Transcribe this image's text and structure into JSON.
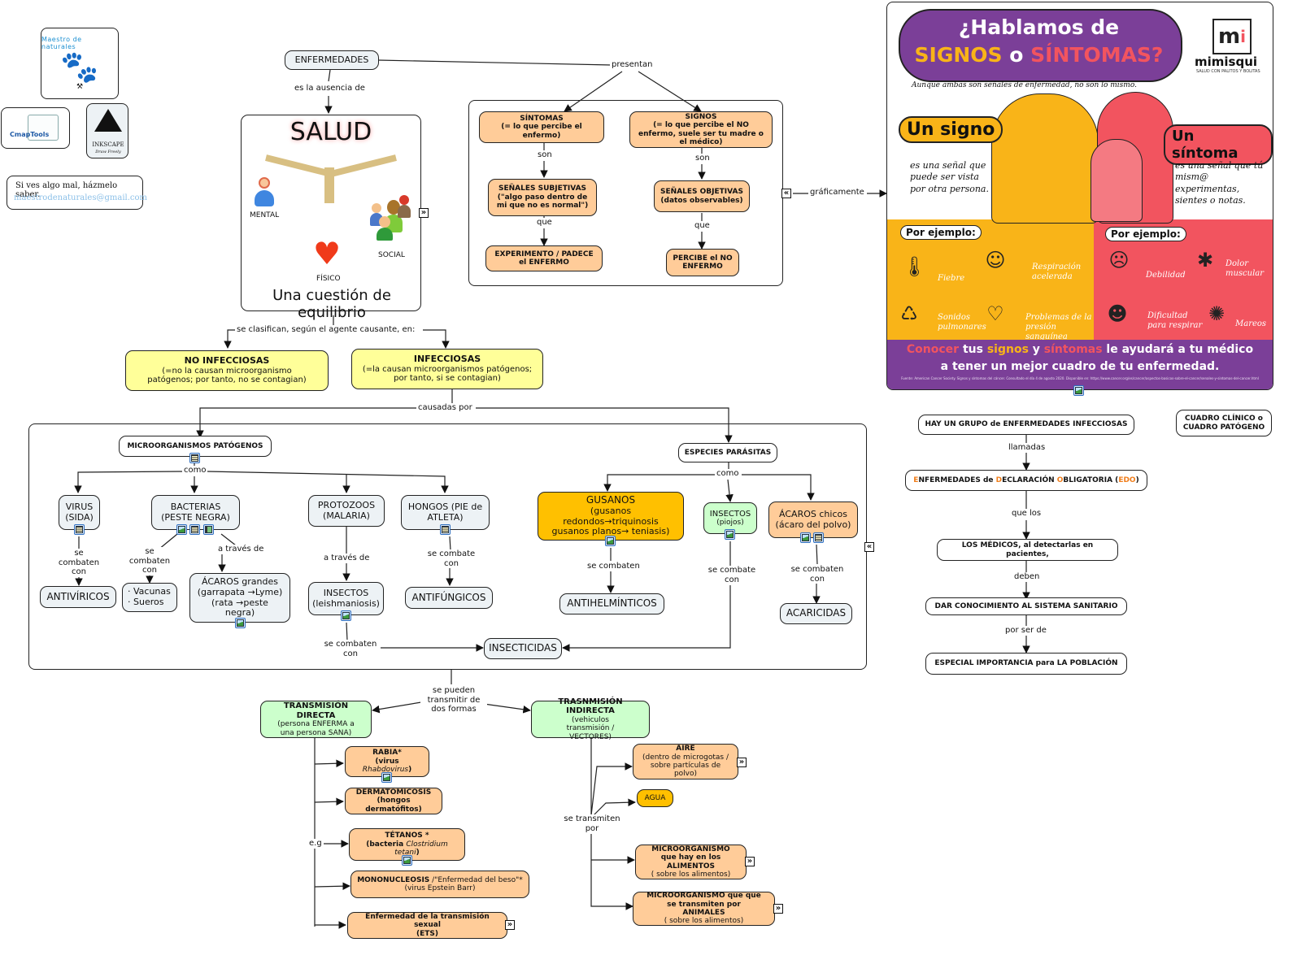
{
  "sidebar": {
    "logo_text": "Maestro de naturales",
    "cmaptools_label": "CmapTools",
    "inkscape_label": "INKSCAPE",
    "inkscape_tagline": "Draw Freely",
    "feedback_text": "Si ves algo mal, házmelo saber.",
    "feedback_email": "maestrodenaturales@gmail.com"
  },
  "nodes": {
    "enfermedades": "ENFERMEDADES",
    "salud": {
      "title": "SALUD",
      "mental": "MENTAL",
      "fisico": "FÍSICO",
      "social": "SOCIAL",
      "caption": "Una cuestión de equilibrio"
    },
    "sintomas": {
      "title": "SÍNTOMAS",
      "sub": "(= lo que percibe el enfermo)"
    },
    "signos": {
      "title": "SIGNOS",
      "sub": "(= lo que percibe el NO enfermo, suele ser tu madre o el médico)"
    },
    "senales_subjetivas": {
      "title": "SEÑALES SUBJETIVAS",
      "sub": "(\"algo paso dentro de mi que no es normal\")"
    },
    "senales_objetivas": {
      "title": "SEÑALES OBJETIVAS",
      "sub": "(datos observables)"
    },
    "experimento": "EXPERIMENTO / PADECE el ENFERMO",
    "percibe": "PERCIBE el NO ENFERMO",
    "no_infecciosas": {
      "title": "NO INFECCIOSAS",
      "sub": "(=no la causan microorganismo patógenos; por tanto, no se contagian)"
    },
    "infecciosas": {
      "title": "INFECCIOSAS",
      "sub": "(=la causan microorganismos patógenos; por tanto, si se contagian)"
    },
    "microorganismos": "MICROORGANISMOS PATÓGENOS",
    "especies": "ESPECIES PARÁSITAS",
    "virus": "VIRUS (SIDA)",
    "bacterias": "BACTERIAS (PESTE NEGRA)",
    "protozoos": "PROTOZOOS (MALARIA)",
    "hongos": "HONGOS (PIE de ATLETA)",
    "antiviricos": "ANTIVÍRICOS",
    "vacunas": "· Vacunas\n· Sueros",
    "acaros_grandes": "ÁCAROS grandes (garrapata →Lyme) (rata →peste negra)",
    "insectos_leish": "INSECTOS (leishmaniosis)",
    "antifungicos": "ANTIFÚNGICOS",
    "insecticidas": "INSECTICIDAS",
    "gusanos": {
      "title": "GUSANOS",
      "sub": "(gusanos redondos→triquinosis gusanos planos→ teniasis)"
    },
    "insectos_piojos": {
      "title": "INSECTOS",
      "sub": "(piojos)"
    },
    "acaros_chicos": {
      "title": "ÁCAROS chicos",
      "sub": "(ácaro del polvo)"
    },
    "antihelminticos": "ANTIHELMÍNTICOS",
    "acaricidas": "ACARICIDAS",
    "directa": {
      "title": "TRANSMISIÓN DIRECTA",
      "sub": "(persona ENFERMA a una persona SANA)"
    },
    "indirecta": {
      "title": "TRASNMISIÓN INDIRECTA",
      "sub": "(vehiculos transmisión / VECTORES)"
    },
    "rabia": {
      "title": "RABIA*",
      "sub_pre": "(virus ",
      "sub_italic": "Rhabdovirus",
      "sub_post": ")"
    },
    "dermatomicosis": {
      "title": "DERMATOMICOSIS",
      "sub": "(hongos dermatófitos)"
    },
    "tetanos": {
      "title": "TÉTANOS *",
      "sub_pre": "(bacteria ",
      "sub_italic": "Clostridium tetani",
      "sub_post": ")"
    },
    "mononucleosis": {
      "title": "MONONUCLEOSIS",
      "title_rest": " /\"Enfermedad del beso\"*",
      "sub": "(virus Epstein Barr)"
    },
    "ets": {
      "title": "Enfermedad de la transmisión sexual",
      "sub": "(ETS)"
    },
    "aire": {
      "title": "AIRE",
      "sub": "(dentro de microgotas / sobre partículas de polvo)"
    },
    "agua": "AGUA",
    "alimentos": {
      "title": "MICROORGANISMO que hay en los ALIMENTOS",
      "sub": "( sobre los alimentos)"
    },
    "animales": {
      "title": "MICROORGANISMO que que se transmiten por ANIMALES",
      "sub": "( sobre los alimentos)"
    },
    "grupo": "HAY UN GRUPO de ENFERMEDADES INFECCIOSAS",
    "edo": {
      "p1": "E",
      "p2": "NFERMEDADES de ",
      "p3": "D",
      "p4": "ECLARACIÓN ",
      "p5": "O",
      "p6": "BLIGATORIA (",
      "p7": "EDO",
      "p8": ")"
    },
    "medicos": "LOS MÉDICOS, al detectarlas en pacientes,",
    "dar": "DAR CONOCIMIENTO AL SISTEMA SANITARIO",
    "especial": "ESPECIAL IMPORTANCIA para LA POBLACIÓN",
    "cuadro": "CUADRO CLÍNICO o CUADRO PATÓGENO"
  },
  "links": {
    "es_la_ausencia": "es la ausencia de",
    "presentan": "presentan",
    "son1": "son",
    "son2": "son",
    "que1": "que",
    "que2": "que",
    "graficamente": "gráficamente",
    "se_clasifican": "se clasifican, según el agente causante, en:",
    "causadas_por": "causadas por",
    "como1": "como",
    "como2": "como",
    "se_combaten_con_virus": "se combaten con",
    "se_combaten_con_bact": "se combaten con",
    "a_traves_bact": "a través de",
    "a_traves_proto": "a través de",
    "se_combate_con_hongos": "se combate con",
    "se_combaten_con_insect": "se combaten con",
    "se_combaten_gusanos": "se combaten",
    "se_combate_con_piojos": "se combate con",
    "se_combaten_con_acaros": "se combaten con",
    "se_pueden": "se pueden transmitir de dos formas",
    "eg": "e.g",
    "se_transmiten_por": "se transmiten por",
    "llamadas": "llamadas",
    "que_los": "que los",
    "deben": "deben",
    "por_ser_de": "por ser de"
  },
  "infographic": {
    "title_line1": "¿Hablamos de",
    "title_signos": "SIGNOS",
    "title_o": " o ",
    "title_sintomas": "SÍNTOMAS?",
    "subtitle": "Aunque ambas son señales de enfermedad, no son lo mismo.",
    "brand": "mimisqui",
    "brand_tagline": "SALUD CON PALITOS Y BOLITAS",
    "un_signo": "Un signo",
    "un_signo_desc": "es una señal que puede ser vista por otra persona.",
    "un_sintoma": "Un síntoma",
    "un_sintoma_desc": "es una señal que tú mism@ experimentas, sientes o notas.",
    "por_ejemplo": "Por ejemplo:",
    "signos_examples": [
      "Fiebre",
      "Respiración acelerada",
      "Sonidos pulmonares",
      "Problemas de la presión sanguínea"
    ],
    "sintomas_examples": [
      "Debilidad",
      "Dolor muscular",
      "Dificultad para respirar",
      "Mareos"
    ],
    "footer_conocer": "Conocer",
    "footer_tus": " tus ",
    "footer_signos": "signos",
    "footer_y": " y ",
    "footer_sintomas": "síntomas",
    "footer_rest": " le ayudará a tu médico",
    "footer_line2": "a tener un mejor cuadro de tu enfermedad.",
    "source": "Fuente: American Cancer Society. Signos y síntomas del cáncer. Consultado el día 4 de agosto 2020. Disponible en: https://www.cancer.org/es/cancer/aspectos-basicos-sobre-el-cancer/senales-y-sintomas-del-cancer.html"
  },
  "colors": {
    "purple": "#7b3f98",
    "yellow": "#f9b418",
    "red": "#f2545f",
    "orange_accent": "#f07d1a",
    "peach": "#ffcc99",
    "light_yellow": "#ffff99",
    "gold": "#ffc000",
    "mint": "#ccffcc",
    "grey_blue": "#edf2f5"
  }
}
